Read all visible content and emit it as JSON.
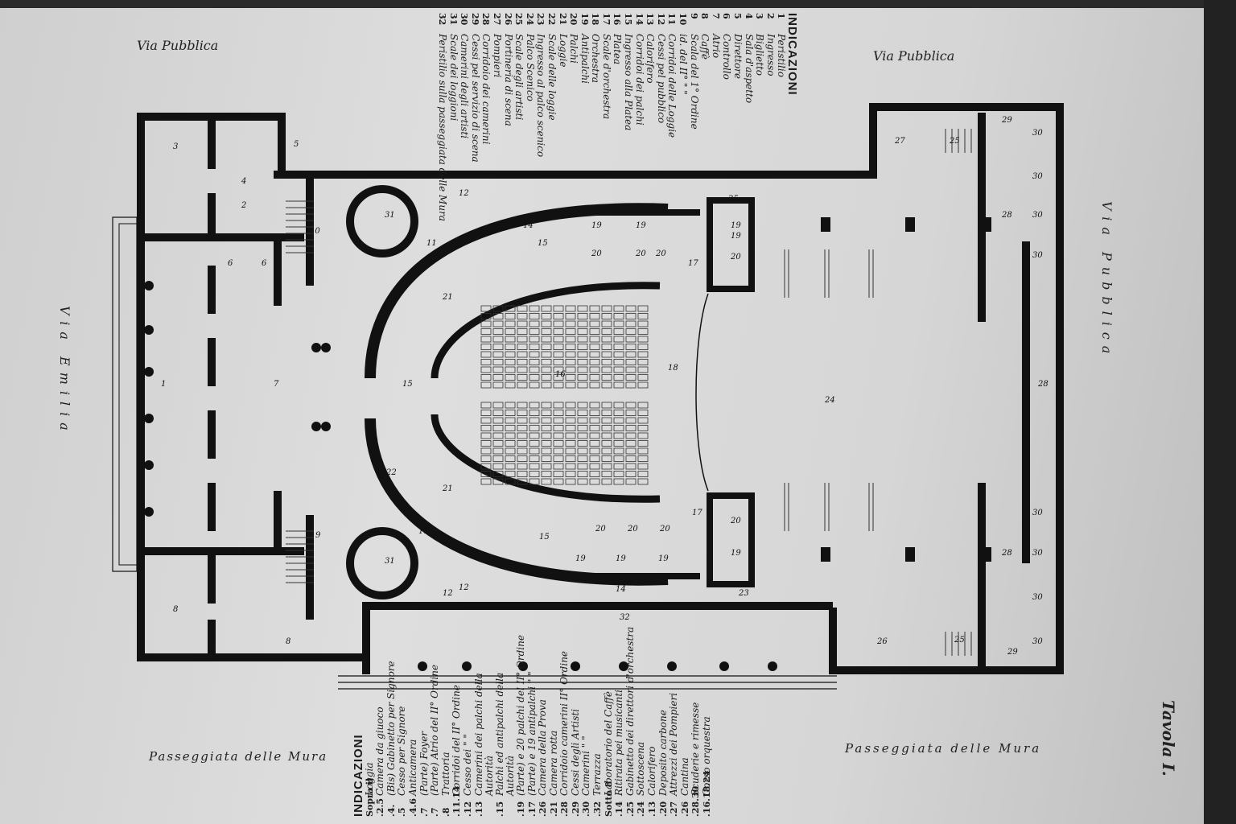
{
  "street_labels": {
    "top_left": "Via Pubblica",
    "top_right": "Via Pubblica",
    "right": "Via Pubblica",
    "left": "Via Emilia",
    "bottom_left": "Passeggiata delle Mura",
    "bottom_right": "Passeggiata delle Mura"
  },
  "plate_label": "Tavola I.",
  "legend_top": {
    "title": "INDICAZIONI",
    "items": [
      {
        "n": "1",
        "t": "Peristilio"
      },
      {
        "n": "2",
        "t": "Ingresso"
      },
      {
        "n": "3",
        "t": "Biglietto"
      },
      {
        "n": "4",
        "t": "Sala d'aspetto"
      },
      {
        "n": "5",
        "t": "Direttore"
      },
      {
        "n": "6",
        "t": "Controllo"
      },
      {
        "n": "7",
        "t": "Atrio"
      },
      {
        "n": "8",
        "t": "Caffè"
      },
      {
        "n": "9",
        "t": "Scala del 1° Ordine"
      },
      {
        "n": "10",
        "t": "id. del II° \" \""
      },
      {
        "n": "11",
        "t": "Corridoi delle Loggie"
      },
      {
        "n": "12",
        "t": "Cessi pel pubblico"
      },
      {
        "n": "13",
        "t": "Calorifero"
      },
      {
        "n": "14",
        "t": "Corridoi dei palchi"
      },
      {
        "n": "15",
        "t": "Ingresso alla Platea"
      },
      {
        "n": "16",
        "t": "Platea"
      },
      {
        "n": "17",
        "t": "Scale d'orchestra"
      },
      {
        "n": "18",
        "t": "Orchestra"
      },
      {
        "n": "19",
        "t": "Antipalchi"
      },
      {
        "n": "20",
        "t": "Palchi"
      },
      {
        "n": "21",
        "t": "Loggie"
      },
      {
        "n": "22",
        "t": "Scale delle loggie"
      },
      {
        "n": "23",
        "t": "Ingresso al palco scenico"
      },
      {
        "n": "24",
        "t": "Palco Scenico"
      },
      {
        "n": "25",
        "t": "Scale degli artisti"
      },
      {
        "n": "26",
        "t": "Portineria di scena"
      },
      {
        "n": "27",
        "t": "Pompieri"
      },
      {
        "n": "28",
        "t": "Corridoio dei camerini"
      },
      {
        "n": "29",
        "t": "Cessi pel servizio di scena"
      },
      {
        "n": "30",
        "t": "Camerini degli artisti"
      },
      {
        "n": "31",
        "t": "Scale dei loggioni"
      },
      {
        "n": "32",
        "t": "Peristilio sulla passeggiata delle Mura"
      }
    ]
  },
  "legend_bottom": {
    "title": "INDICAZIONI",
    "items": [
      {
        "n": "Sopra il",
        "t": "Loggia"
      },
      {
        "n": ".2.5",
        "t": "Camera da giuoco"
      },
      {
        "n": ".4.",
        "t": "(Bis) Gabinetto per Signore"
      },
      {
        "n": ".5",
        "t": "Cesso per Signore"
      },
      {
        "n": ".4.6",
        "t": "Anticamera"
      },
      {
        "n": ".7",
        "t": "(Parte) Foyer"
      },
      {
        "n": ".7",
        "t": "(Parte) Atrio del II° Ordine"
      },
      {
        "n": ".8",
        "t": "Trattoria"
      },
      {
        "n": ".11.14",
        "t": "Corridoi del II° Ordine"
      },
      {
        "n": ".12",
        "t": "Cesso dei \" \""
      },
      {
        "n": ".13",
        "t": "Camerini dei palchi della"
      },
      {
        "n": "",
        "t": "Autorità"
      },
      {
        "n": ".15",
        "t": "Palchi ed antipalchi della"
      },
      {
        "n": "",
        "t": "Autorità"
      },
      {
        "n": ".19",
        "t": "(Parte) e 20 palchi del II° Ordine"
      },
      {
        "n": ".17",
        "t": "(Parte) e 19 antipalchi \" \""
      },
      {
        "n": ".26",
        "t": "Camera della Prova"
      },
      {
        "n": ".21",
        "t": "Camera rotta"
      },
      {
        "n": ".28",
        "t": "Corridoio camerini II° Ordine"
      },
      {
        "n": ".29",
        "t": "Cessi degli Artisti"
      },
      {
        "n": ".30",
        "t": "Camerini \" \""
      },
      {
        "n": ".32",
        "t": "Terrazza"
      },
      {
        "n": "Sotto 8",
        "t": "Laboratorio del Caffè"
      },
      {
        "n": ".14",
        "t": "Ritirata pei musicanti"
      },
      {
        "n": ".25",
        "t": "Gabinetto dei direttori d'orchestra"
      },
      {
        "n": ".24",
        "t": "Sottoscena"
      },
      {
        "n": ".13",
        "t": "Calorifero"
      },
      {
        "n": ".20",
        "t": "Deposito carbone"
      },
      {
        "n": ".27",
        "t": "Attrezzi dei Pompieri"
      },
      {
        "n": ".26",
        "t": "Cantina"
      },
      {
        "n": ".28.30",
        "t": "Scuderie e rimesse"
      },
      {
        "n": ".16.18.24",
        "t": "Corso orquestra"
      }
    ]
  },
  "room_numbers": [
    "3",
    "5",
    "4",
    "2",
    "6",
    "6",
    "10",
    "12",
    "12",
    "11",
    "15",
    "14",
    "19",
    "19",
    "19",
    "20",
    "20",
    "20",
    "17",
    "25",
    "19",
    "20",
    "27",
    "25",
    "29",
    "30",
    "30",
    "30",
    "30",
    "28",
    "21",
    "16",
    "18",
    "24",
    "28",
    "1",
    "7",
    "15",
    "21",
    "11",
    "17",
    "20",
    "20",
    "20",
    "19",
    "19",
    "19",
    "15",
    "14",
    "12",
    "31",
    "31",
    "9",
    "8",
    "8",
    "8",
    "32",
    "26",
    "25",
    "23",
    "20",
    "19",
    "30",
    "30",
    "30",
    "30",
    "29",
    "28",
    "22",
    "22"
  ]
}
